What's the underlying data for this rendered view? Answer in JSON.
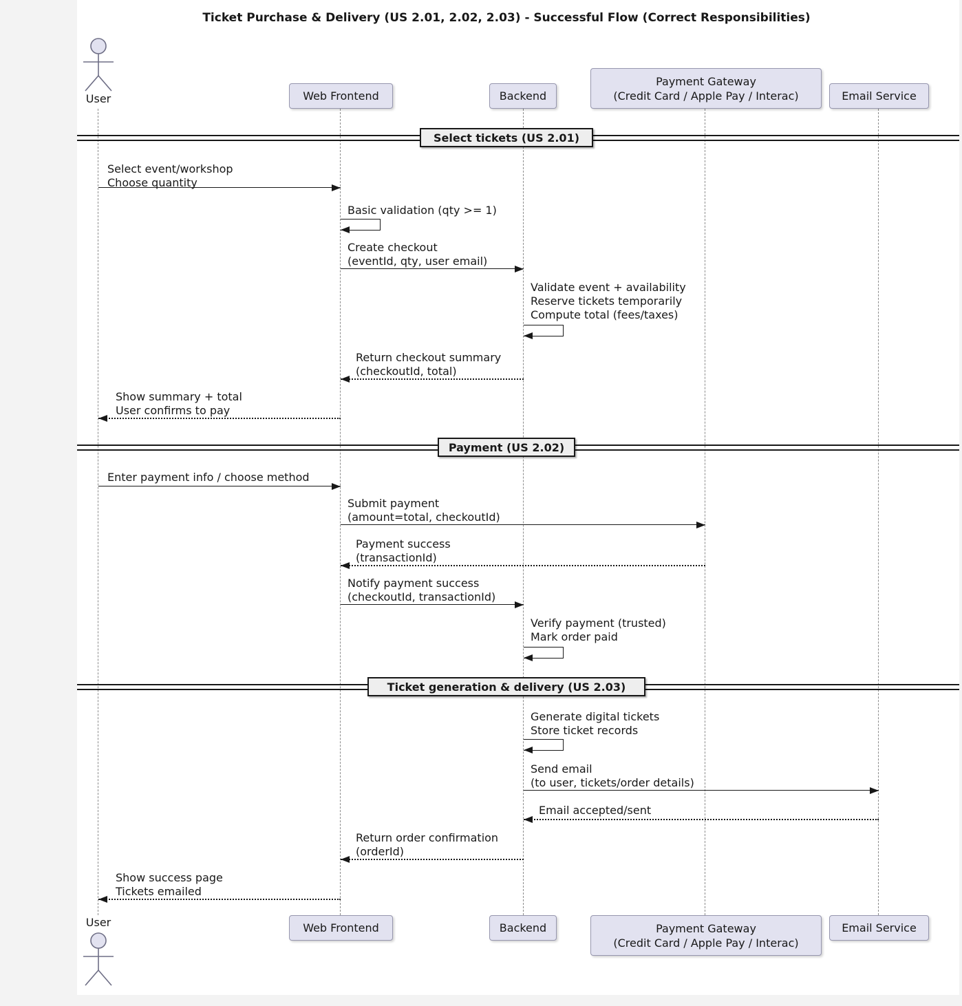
{
  "title": "Ticket Purchase & Delivery (US 2.01, 2.02, 2.03) - Successful Flow (Correct Responsibilities)",
  "participants": [
    {
      "id": "user",
      "type": "actor",
      "label": "User"
    },
    {
      "id": "web-frontend",
      "type": "box",
      "label": "Web Frontend"
    },
    {
      "id": "backend",
      "type": "box",
      "label": "Backend"
    },
    {
      "id": "payment-gateway",
      "type": "box",
      "label": "Payment Gateway",
      "sublabel": "(Credit Card / Apple Pay / Interac)"
    },
    {
      "id": "email-service",
      "type": "box",
      "label": "Email Service"
    }
  ],
  "dividers": [
    {
      "label": "Select tickets (US 2.01)"
    },
    {
      "label": "Payment (US 2.02)"
    },
    {
      "label": "Ticket generation & delivery (US 2.03)"
    }
  ],
  "messages": [
    {
      "from": "User",
      "to": "Web Frontend",
      "style": "solid",
      "lines": [
        "Select event/workshop",
        "Choose quantity"
      ]
    },
    {
      "from": "Web Frontend",
      "to": "Web Frontend",
      "style": "self",
      "lines": [
        "Basic validation (qty >= 1)"
      ]
    },
    {
      "from": "Web Frontend",
      "to": "Backend",
      "style": "solid",
      "lines": [
        "Create checkout",
        "(eventId, qty, user email)"
      ]
    },
    {
      "from": "Backend",
      "to": "Backend",
      "style": "self",
      "lines": [
        "Validate event + availability",
        "Reserve tickets temporarily",
        "Compute total (fees/taxes)"
      ]
    },
    {
      "from": "Backend",
      "to": "Web Frontend",
      "style": "return",
      "lines": [
        "Return checkout summary",
        "(checkoutId, total)"
      ]
    },
    {
      "from": "Web Frontend",
      "to": "User",
      "style": "return",
      "lines": [
        "Show summary + total",
        "User confirms to pay"
      ]
    },
    {
      "from": "User",
      "to": "Web Frontend",
      "style": "solid",
      "lines": [
        "Enter payment info / choose method"
      ]
    },
    {
      "from": "Web Frontend",
      "to": "Payment Gateway",
      "style": "solid",
      "lines": [
        "Submit payment",
        "(amount=total, checkoutId)"
      ]
    },
    {
      "from": "Payment Gateway",
      "to": "Web Frontend",
      "style": "return",
      "lines": [
        "Payment success",
        "(transactionId)"
      ]
    },
    {
      "from": "Web Frontend",
      "to": "Backend",
      "style": "solid",
      "lines": [
        "Notify payment success",
        "(checkoutId, transactionId)"
      ]
    },
    {
      "from": "Backend",
      "to": "Backend",
      "style": "self",
      "lines": [
        "Verify payment (trusted)",
        "Mark order paid"
      ]
    },
    {
      "from": "Backend",
      "to": "Backend",
      "style": "self",
      "lines": [
        "Generate digital tickets",
        "Store ticket records"
      ]
    },
    {
      "from": "Backend",
      "to": "Email Service",
      "style": "solid",
      "lines": [
        "Send email",
        "(to user, tickets/order details)"
      ]
    },
    {
      "from": "Email Service",
      "to": "Backend",
      "style": "return",
      "lines": [
        "Email accepted/sent"
      ]
    },
    {
      "from": "Backend",
      "to": "Web Frontend",
      "style": "return",
      "lines": [
        "Return order confirmation",
        "(orderId)"
      ]
    },
    {
      "from": "Web Frontend",
      "to": "User",
      "style": "return",
      "lines": [
        "Show success page",
        "Tickets emailed"
      ]
    }
  ],
  "colors": {
    "participant_fill": "#E2E2F0",
    "participant_border": "#9696AE",
    "divider_fill": "#EEEEEE",
    "line": "#181818",
    "lifeline": "#8B8B8B",
    "diagram_background": "#FFFFFF",
    "page_background": "#F3F3F3"
  }
}
